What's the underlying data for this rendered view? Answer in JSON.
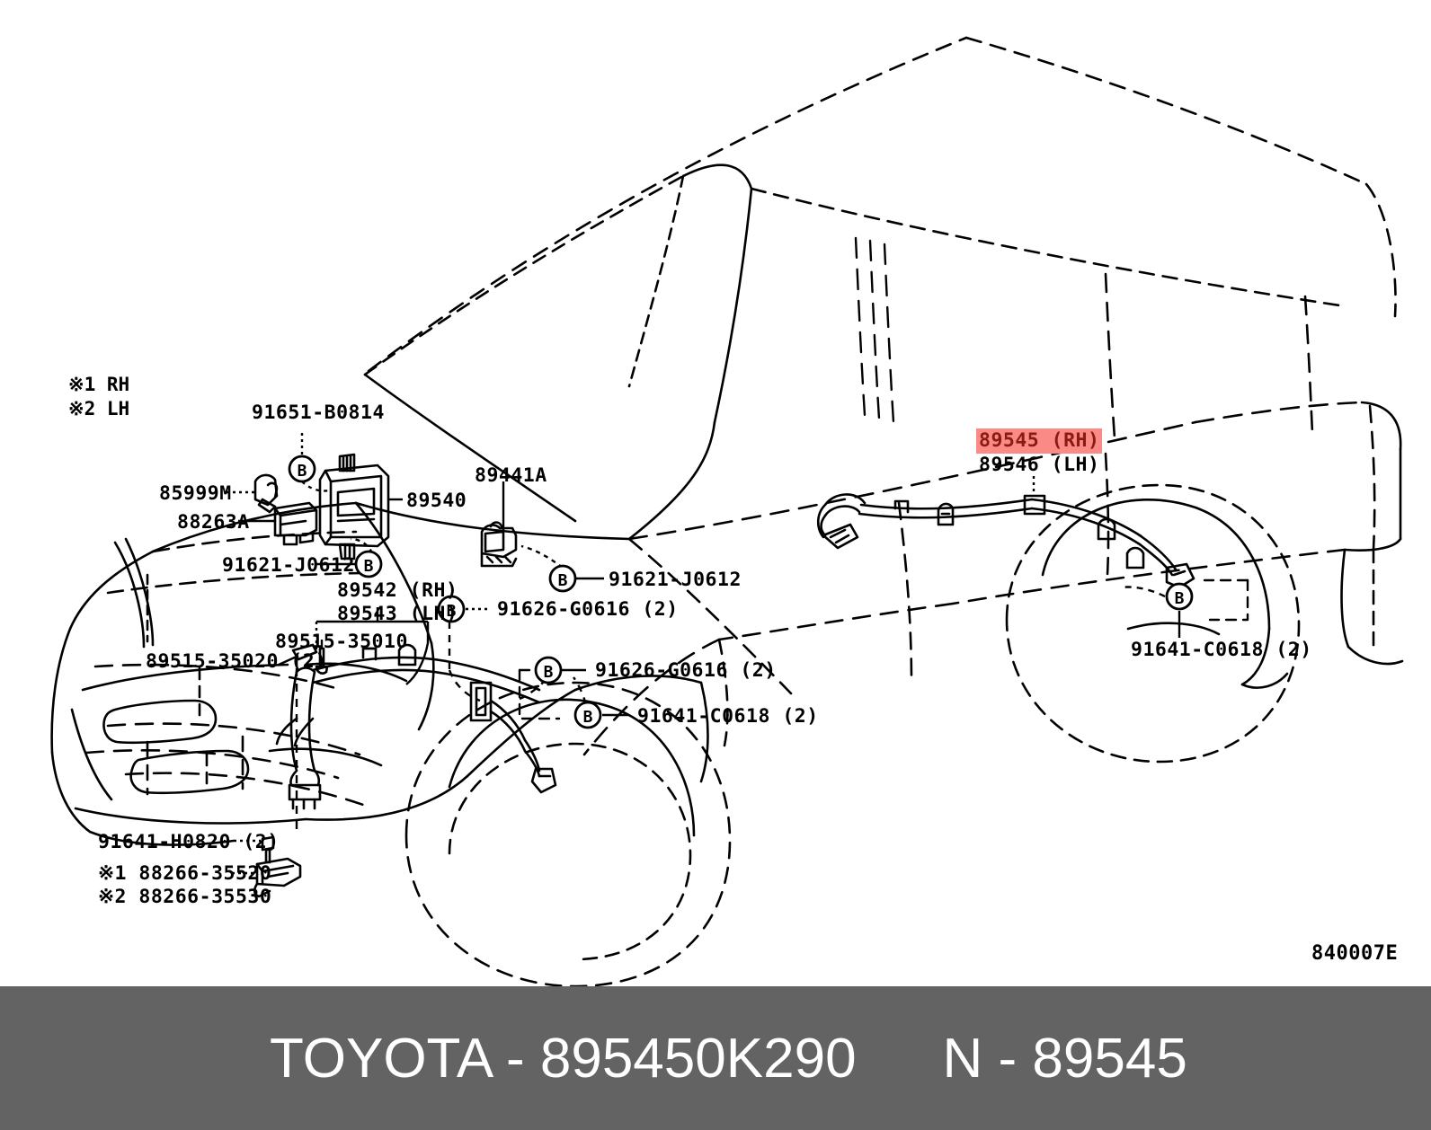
{
  "figure": {
    "id": "840007E",
    "legend": [
      {
        "mark": "※1",
        "side": "RH"
      },
      {
        "mark": "※2",
        "side": "LH"
      }
    ],
    "highlight_color": "#F98A85",
    "highlight_text_color": "#8B1A12",
    "banner_color": "#636363"
  },
  "callouts": [
    {
      "id": "c-91651-b0814",
      "text": "91651-B0814",
      "bolt": true,
      "highlight": false
    },
    {
      "id": "c-85999m",
      "text": "85999M",
      "bolt": false,
      "highlight": false
    },
    {
      "id": "c-88263a",
      "text": "88263A",
      "bolt": false,
      "highlight": false
    },
    {
      "id": "c-89540",
      "text": "89540",
      "bolt": false,
      "highlight": false
    },
    {
      "id": "c-89441a",
      "text": "89441A",
      "bolt": false,
      "highlight": false
    },
    {
      "id": "c-91621-j0612-left",
      "text": "91621-J0612",
      "bolt": true,
      "highlight": false
    },
    {
      "id": "c-91621-j0612-right",
      "text": "91621-J0612",
      "bolt": true,
      "highlight": false
    },
    {
      "id": "c-89542-rh",
      "text": "89542 (RH)",
      "bolt": false,
      "highlight": false
    },
    {
      "id": "c-89543-lh",
      "text": "89543 (LH)",
      "bolt": false,
      "highlight": false
    },
    {
      "id": "c-89515-35010",
      "text": "89515-35010",
      "bolt": false,
      "highlight": false
    },
    {
      "id": "c-89515-35020",
      "text": "89515-35020 (2)",
      "bolt": false,
      "highlight": false
    },
    {
      "id": "c-91626-g0616-upper",
      "text": "91626-G0616 (2)",
      "bolt": true,
      "highlight": false
    },
    {
      "id": "c-91626-g0616-lower",
      "text": "91626-G0616 (2)",
      "bolt": true,
      "highlight": false
    },
    {
      "id": "c-91641-c0618-center",
      "text": "91641-C0618 (2)",
      "bolt": true,
      "highlight": false
    },
    {
      "id": "c-91641-c0618-right",
      "text": "91641-C0618 (2)",
      "bolt": true,
      "highlight": false
    },
    {
      "id": "c-91641-h0820",
      "text": "91641-H0820 (2)",
      "bolt": false,
      "highlight": false
    },
    {
      "id": "c-88266-35520",
      "text": "※1 88266-35520",
      "bolt": false,
      "highlight": false
    },
    {
      "id": "c-88266-35530",
      "text": "※2 88266-35530",
      "bolt": false,
      "highlight": false
    },
    {
      "id": "c-89545-rh",
      "text": "89545 (RH)",
      "bolt": false,
      "highlight": true
    },
    {
      "id": "c-89546-lh",
      "text": "89546 (LH)",
      "bolt": false,
      "highlight": false
    }
  ],
  "labels": {
    "legend_block": "※1 RH\n※2 LH",
    "l_91651_b0814": "91651-B0814",
    "l_85999m": "85999M",
    "l_88263a": "88263A",
    "l_89540": "89540",
    "l_89441a": "89441A",
    "l_91621_j0612_left": "91621-J0612",
    "l_91621_j0612_right": "91621-J0612",
    "l_89542_rh": "89542 (RH)",
    "l_89543_lh": "89543 (LH)",
    "l_89515_35010": "89515-35010",
    "l_89515_35020": "89515-35020 (2)",
    "l_91626_g0616_upper": "91626-G0616 (2)",
    "l_91626_g0616_lower": "91626-G0616 (2)",
    "l_91641_c0618_center": "91641-C0618 (2)",
    "l_91641_c0618_right": "91641-C0618 (2)",
    "l_91641_h0820": "91641-H0820 (2)",
    "l_88266_35520": "※1 88266-35520",
    "l_88266_35530": "※2 88266-35530",
    "l_89545_rh": "89545 (RH)",
    "l_89546_lh": "89546 (LH)",
    "figure_id": "840007E"
  },
  "banner": {
    "brand": "TOYOTA",
    "separator": "-",
    "part_number": "895450K290",
    "alt_prefix": "N",
    "alt_separator": "-",
    "alt_number": "89545",
    "brand_part_combined": "TOYOTA - 895450K290",
    "alt_combined": "N - 89545"
  }
}
